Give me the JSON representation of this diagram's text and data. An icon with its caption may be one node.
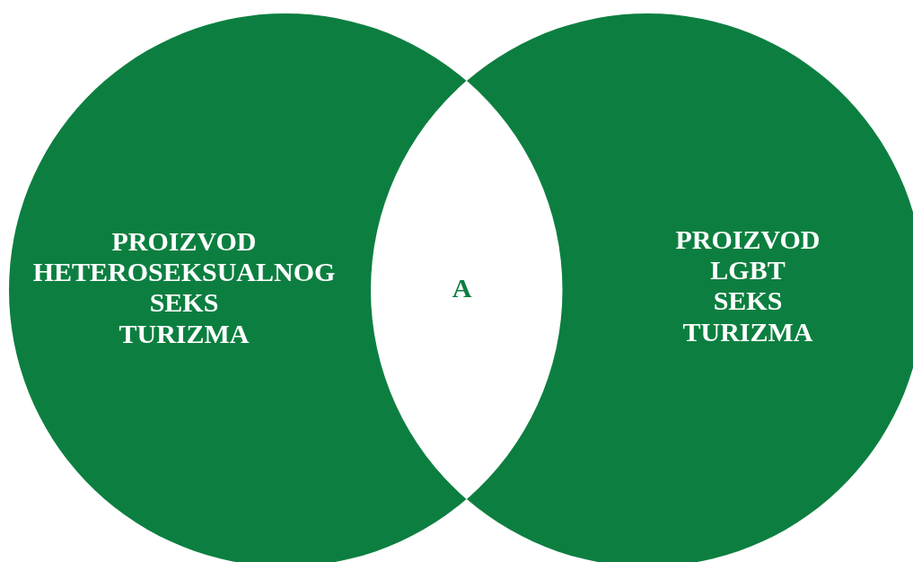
{
  "diagram": {
    "nodes": [
      {
        "text": [
          "PROIZVOD HETEROSEKSUALNOG SEKS TURIZMA"
        ]
      },
      {
        "text": [
          "PROIZVOD LGBT SEKS TURIZMA"
        ]
      }
    ],
    "labels": [
      "A"
    ]
  }
}
